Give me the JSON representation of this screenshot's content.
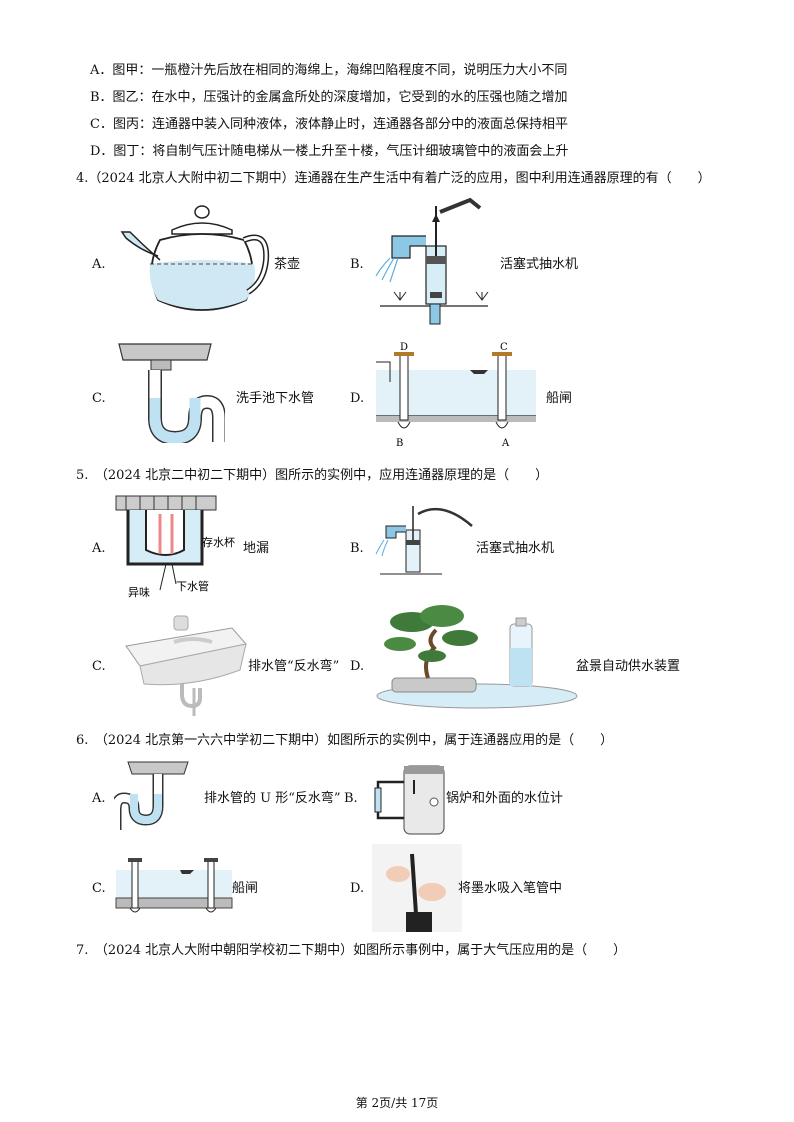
{
  "q3_options": [
    "A．图甲：一瓶橙汁先后放在相同的海绵上，海绵凹陷程度不同，说明压力大小不同",
    "B．图乙：在水中，压强计的金属盒所处的深度增加，它受到的水的压强也随之增加",
    "C．图丙：连通器中装入同种液体，液体静止时，连通器各部分中的液面总保持相平",
    "D．图丁：将自制气压计随电梯从一楼上升至十楼，气压计细玻璃管中的液面会上升"
  ],
  "q4": {
    "stem": "4.（2024 北京人大附中初二下期中）连通器在生产生活中有着广泛的应用，图中利用连通器原理的有（　　）",
    "letters": [
      "A.",
      "B.",
      "C.",
      "D."
    ],
    "captions": [
      "茶壶",
      "活塞式抽水机",
      "洗手池下水管",
      "船闸"
    ],
    "fig_labels": {
      "lock_tl": "D",
      "lock_tr": "C",
      "lock_bl": "B",
      "lock_br": "A"
    }
  },
  "q5": {
    "stem": "5.　（2024 北京二中初二下期中）图所示的实例中，应用连通器原理的是（　　）",
    "letters": [
      "A.",
      "B.",
      "C.",
      "D."
    ],
    "captions": [
      "地漏",
      "活塞式抽水机",
      "排水管“反水弯”",
      "盆景自动供水装置"
    ],
    "fig_labels": {
      "cup": "存水杯",
      "odor": "异味",
      "pipe": "下水管"
    }
  },
  "q6": {
    "stem": "6.　（2024 北京第一六六中学初二下期中）如图所示的实例中，属于连通器应用的是（　　）",
    "letters": [
      "A.",
      "B.",
      "C.",
      "D."
    ],
    "captions": [
      "排水管的 U 形“反水弯”",
      "锅炉和外面的水位计",
      "船闸",
      "将墨水吸入笔管中"
    ]
  },
  "q7": {
    "stem": "7.　（2024 北京人大附中朝阳学校初二下期中）如图所示事例中，属于大气压应用的是（　　）"
  },
  "footer": "第 2页/共 17页"
}
